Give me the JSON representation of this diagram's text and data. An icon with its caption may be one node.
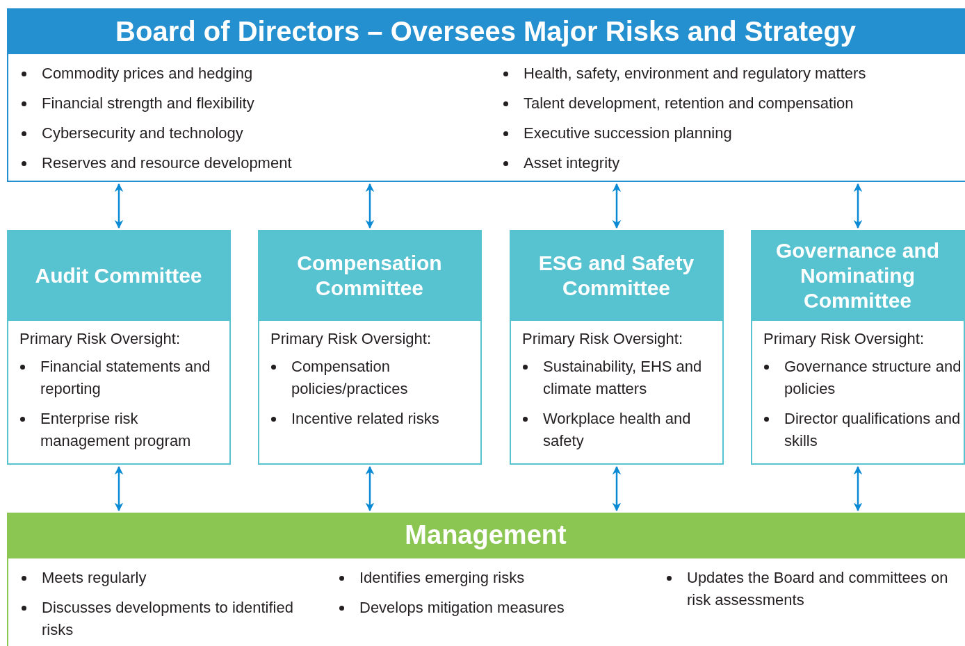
{
  "diagram": {
    "nodes": [
      {
        "text": [
          "Board of Directors – Oversees Major Risks and Strategy",
          "Commodity prices and hedging",
          "Financial strength and flexibility",
          "Cybersecurity and technology",
          "Reserves and resource development",
          "Health, safety, environment and regulatory matters",
          "Talent development, retention and compensation",
          "Executive succession planning",
          "Asset integrity"
        ]
      },
      {
        "text": [
          "Audit Committee",
          "Primary Risk Oversight:",
          "Financial statements and reporting",
          "Enterprise risk management program"
        ]
      },
      {
        "text": [
          "Compensation Committee",
          "Primary Risk Oversight:",
          "Compensation policies/practices",
          "Incentive related risks"
        ]
      },
      {
        "text": [
          "ESG and Safety Committee",
          "Primary Risk Oversight:",
          "Sustainability, EHS and climate matters",
          "Workplace health and safety"
        ]
      },
      {
        "text": [
          "Governance and Nominating Committee",
          "Primary Risk Oversight:",
          "Governance structure and policies",
          "Director qualifications and skills"
        ]
      },
      {
        "text": [
          "Management",
          "Meets regularly",
          "Discusses developments to identified risks",
          "Identifies emerging risks",
          "Develops mitigation measures",
          "Updates the Board and committees on risk assessments"
        ]
      }
    ],
    "edges": [
      {
        "from": 0,
        "to": 1,
        "arrow": "both"
      },
      {
        "from": 0,
        "to": 2,
        "arrow": "both"
      },
      {
        "from": 0,
        "to": 3,
        "arrow": "both"
      },
      {
        "from": 0,
        "to": 4,
        "arrow": "both"
      },
      {
        "from": 1,
        "to": 5,
        "arrow": "both"
      },
      {
        "from": 2,
        "to": 5,
        "arrow": "both"
      },
      {
        "from": 3,
        "to": 5,
        "arrow": "both"
      },
      {
        "from": 4,
        "to": 5,
        "arrow": "both"
      }
    ]
  }
}
